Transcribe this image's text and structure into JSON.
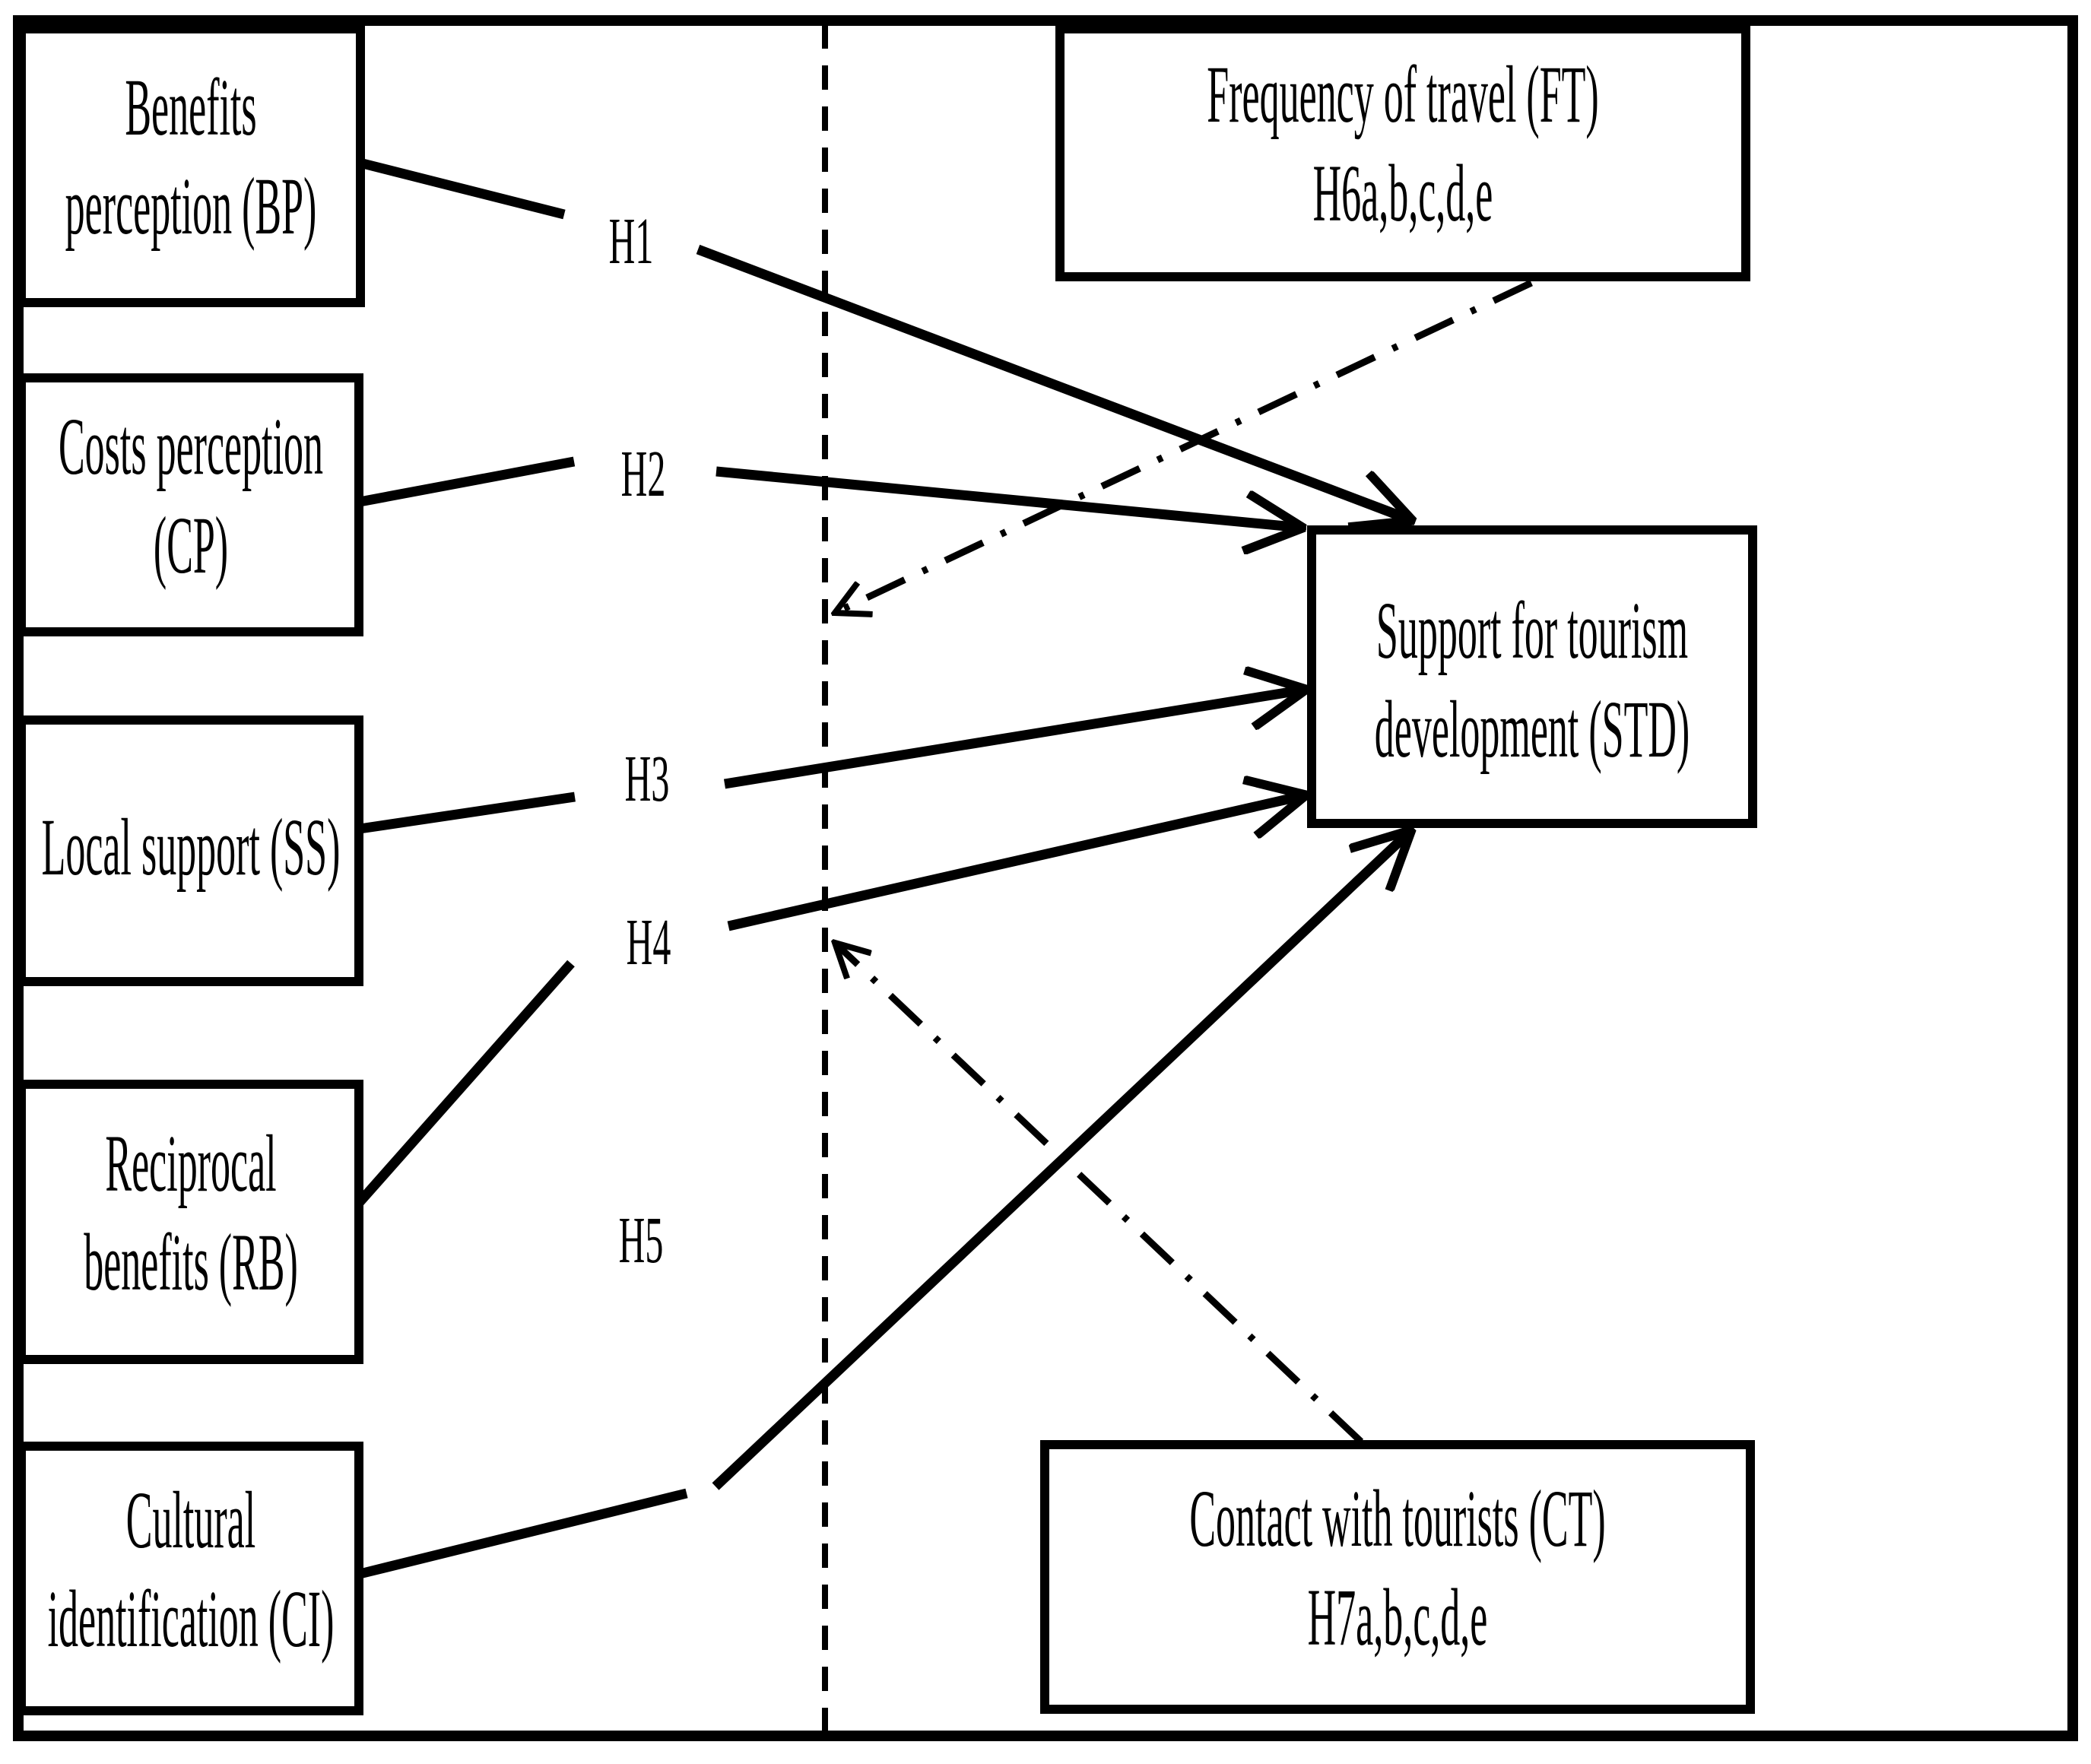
{
  "colors": {
    "ink": "#000000",
    "paper": "#ffffff"
  },
  "boxes": {
    "bp": {
      "line1": "Benefits",
      "line2": "perception (BP)"
    },
    "cp": {
      "line1": "Costs perception",
      "line2": "(CP)"
    },
    "ss": {
      "line1": "Local support (SS)",
      "line2": ""
    },
    "rb": {
      "line1": "Reciprocal",
      "line2": "benefits (RB)"
    },
    "ci": {
      "line1": "Cultural",
      "line2": "identification (CI)"
    },
    "ft": {
      "line1": "Frequency of travel (FT)",
      "line2": "H6a,b,c,d,e"
    },
    "ct": {
      "line1": "Contact with tourists (CT)",
      "line2": "H7a,b,c,d,e"
    },
    "std": {
      "line1": "Support for tourism",
      "line2": "development (STD)"
    }
  },
  "path_labels": {
    "h1": "H1",
    "h2": "H2",
    "h3": "H3",
    "h4": "H4",
    "h5": "H5"
  }
}
